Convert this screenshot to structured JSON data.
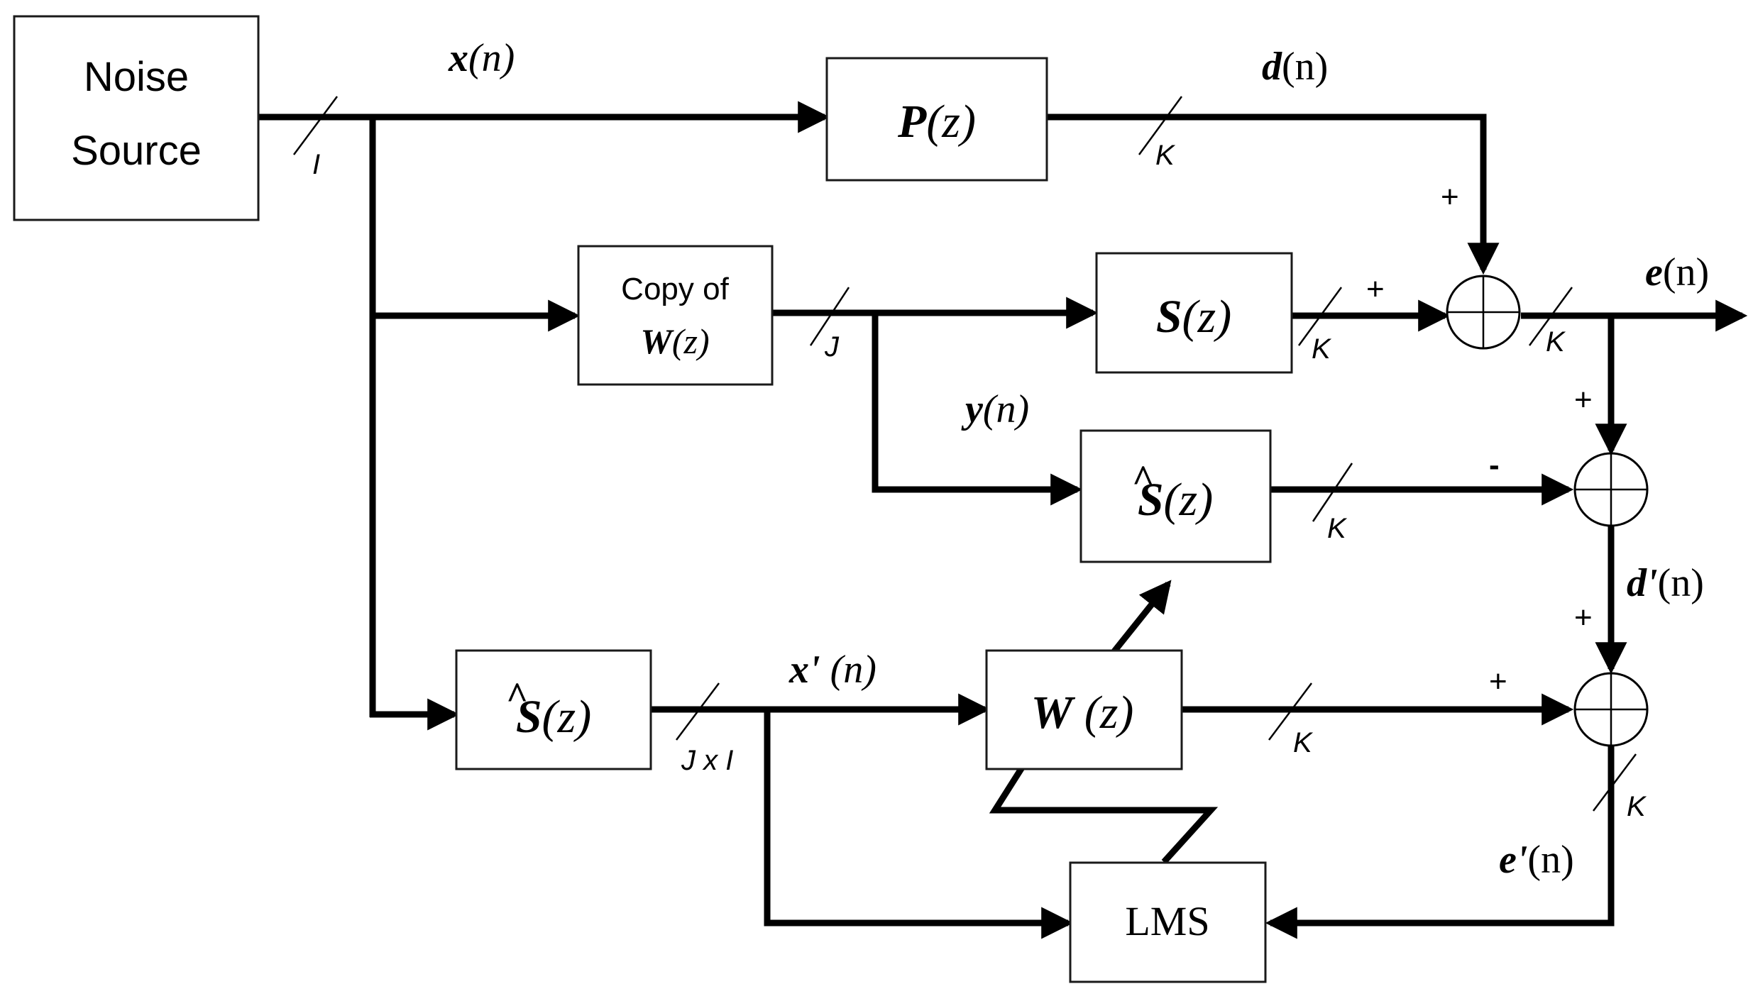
{
  "blocks": {
    "noise_source": {
      "line1": "Noise",
      "line2": "Source"
    },
    "primary_path": {
      "name": "P",
      "arg": "(z)"
    },
    "control_filter_copy": {
      "line1": "Copy of",
      "name": "W",
      "arg": "(z)"
    },
    "secondary_path": {
      "name": "S",
      "arg": "(z)"
    },
    "secondary_estimate_upper": {
      "name": "S",
      "hat": "^",
      "arg": "(z)"
    },
    "secondary_estimate_lower": {
      "name": "S",
      "hat": "^",
      "arg": "(z)"
    },
    "control_filter": {
      "name": "W",
      "arg": " (z)"
    },
    "lms": {
      "label": "LMS"
    }
  },
  "signals": {
    "x": {
      "sym": "x",
      "arg": "(n)"
    },
    "d": {
      "sym": "d",
      "arg": "(n)"
    },
    "e": {
      "sym": "e",
      "arg": "(n)"
    },
    "y": {
      "sym": "y",
      "arg": "(n)"
    },
    "d_prime": {
      "sym": "d'",
      "arg": "(n)"
    },
    "x_prime": {
      "sym": "x'",
      "arg": " (n)"
    },
    "e_prime": {
      "sym": "e'",
      "arg": "(n)"
    }
  },
  "dimensions": {
    "source": "I",
    "primary": "K",
    "copy": "J",
    "secondary": "K",
    "error": "K",
    "estimate": "K",
    "filtered_ref": "J x I",
    "control": "K",
    "lms_error": "K"
  },
  "signs": {
    "sum1_top": "+",
    "sum1_left": "+",
    "sum2_top": "+",
    "sum2_left": "-",
    "sum3_top": "+",
    "sum3_left": "+"
  }
}
